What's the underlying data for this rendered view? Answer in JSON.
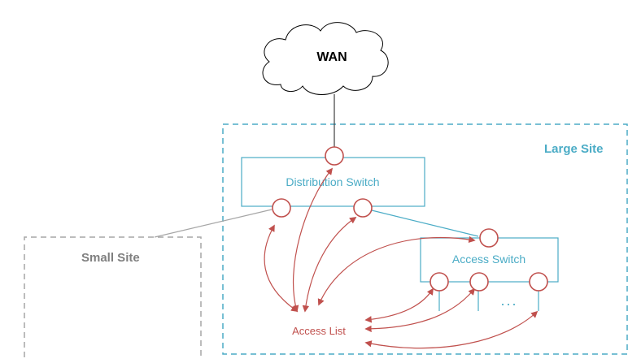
{
  "colors": {
    "accent": "#4bacc6",
    "acl_red": "#c0504d",
    "gray": "#a6a6a6",
    "text_gray": "#7f7f7f",
    "black": "#000000"
  },
  "wan": {
    "label": "WAN"
  },
  "large_site": {
    "label": "Large Site"
  },
  "small_site": {
    "label": "Small Site"
  },
  "distribution_switch": {
    "label": "Distribution Switch"
  },
  "access_switch": {
    "label": "Access Switch",
    "more_ports": "..."
  },
  "access_list": {
    "label": "Access List"
  }
}
